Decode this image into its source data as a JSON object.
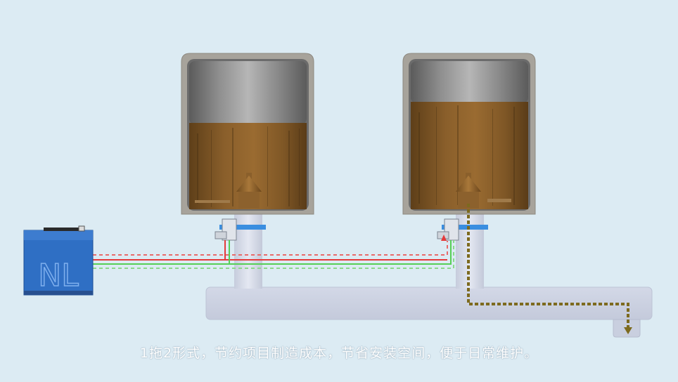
{
  "caption": "1拖2形式，节约项目制造成本，节省安装空间，便于日常维护。",
  "controller_logo": "NL",
  "colors": {
    "background": "#dcebf3",
    "material": "#7a5426",
    "tank_frame": "#a8a29a",
    "duct": "#c9d0e0",
    "wire_red": "#e53b3b",
    "wire_green": "#56cf56",
    "flow_arrow": "#7d6a1e",
    "controller": "#2f6fc4"
  },
  "icons": [
    "tank-left",
    "tank-right",
    "nozzle-left",
    "nozzle-right",
    "controller-box",
    "flow-arrow"
  ]
}
